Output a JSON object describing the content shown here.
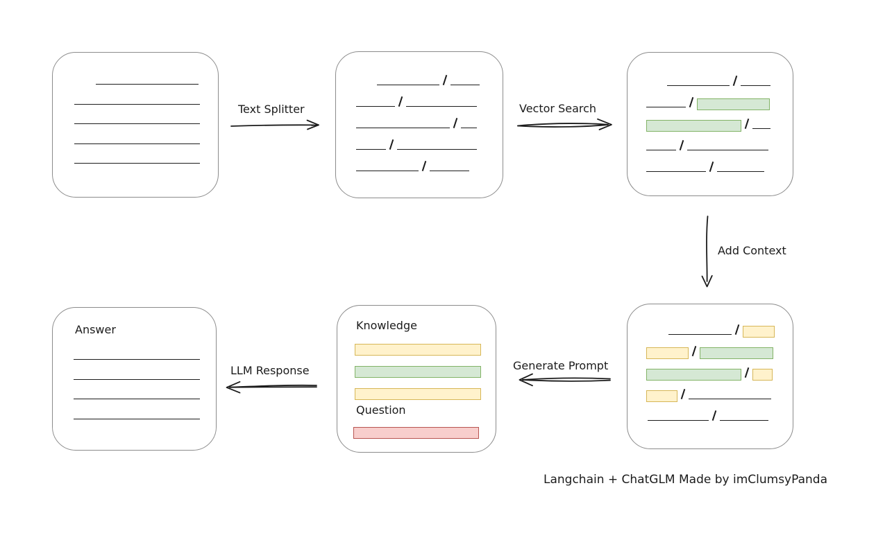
{
  "caption": "Langchain + ChatGLM Made by imClumsyPanda",
  "arrows": {
    "text_splitter": {
      "label": "Text Splitter"
    },
    "vector_search": {
      "label": "Vector Search"
    },
    "add_context": {
      "label": "Add Context"
    },
    "generate_prompt": {
      "label": "Generate Prompt"
    },
    "llm_response": {
      "label": "LLM Response"
    }
  },
  "colors": {
    "ink": "#1b1b1b",
    "box_border": "#8b8b8b",
    "green_fill": "#d5e8d4",
    "green_border": "#82b366",
    "yellow_fill": "#fff2cc",
    "yellow_border": "#d6b656",
    "red_fill": "#f8cecc",
    "red_border": "#b85450"
  },
  "boxes": {
    "source_document": {
      "lines": [
        {
          "indent": 31,
          "w": 148
        },
        {
          "indent": 0,
          "w": 181
        },
        {
          "indent": 0,
          "w": 181
        },
        {
          "indent": 0,
          "w": 181
        },
        {
          "indent": 0,
          "w": 181
        }
      ]
    },
    "split_chunks": {
      "rows": [
        {
          "indent": 30,
          "segs": [
            {
              "type": "line",
              "w": 90
            },
            {
              "type": "slash"
            },
            {
              "type": "line",
              "w": 42
            }
          ]
        },
        {
          "indent": 0,
          "segs": [
            {
              "type": "line",
              "w": 56
            },
            {
              "type": "slash"
            },
            {
              "type": "line",
              "w": 102
            }
          ]
        },
        {
          "indent": 0,
          "segs": [
            {
              "type": "line",
              "w": 135
            },
            {
              "type": "slash"
            },
            {
              "type": "line",
              "w": 23
            }
          ]
        },
        {
          "indent": 0,
          "segs": [
            {
              "type": "line",
              "w": 43
            },
            {
              "type": "slash"
            },
            {
              "type": "line",
              "w": 115
            }
          ]
        },
        {
          "indent": 0,
          "segs": [
            {
              "type": "line",
              "w": 90
            },
            {
              "type": "slash"
            },
            {
              "type": "line",
              "w": 57
            }
          ]
        }
      ]
    },
    "searched_chunks": {
      "rows": [
        {
          "indent": 30,
          "segs": [
            {
              "type": "line",
              "w": 90
            },
            {
              "type": "slash"
            },
            {
              "type": "line",
              "w": 43
            }
          ]
        },
        {
          "indent": 0,
          "segs": [
            {
              "type": "line",
              "w": 57
            },
            {
              "type": "slash"
            },
            {
              "type": "green",
              "w": 103
            }
          ]
        },
        {
          "indent": 0,
          "segs": [
            {
              "type": "green",
              "w": 135
            },
            {
              "type": "slash"
            },
            {
              "type": "line",
              "w": 26
            }
          ]
        },
        {
          "indent": 0,
          "segs": [
            {
              "type": "line",
              "w": 43
            },
            {
              "type": "slash"
            },
            {
              "type": "line",
              "w": 117
            }
          ]
        },
        {
          "indent": 0,
          "segs": [
            {
              "type": "line",
              "w": 86
            },
            {
              "type": "slash"
            },
            {
              "type": "line",
              "w": 68
            }
          ]
        }
      ]
    },
    "context_chunks": {
      "rows": [
        {
          "indent": 32,
          "segs": [
            {
              "type": "line",
              "w": 91
            },
            {
              "type": "slash"
            },
            {
              "type": "yellow",
              "w": 44
            }
          ]
        },
        {
          "indent": 0,
          "segs": [
            {
              "type": "yellow",
              "w": 59
            },
            {
              "type": "slash"
            },
            {
              "type": "green",
              "w": 104
            }
          ]
        },
        {
          "indent": 0,
          "segs": [
            {
              "type": "green",
              "w": 135
            },
            {
              "type": "slash"
            },
            {
              "type": "yellow",
              "w": 27
            }
          ]
        },
        {
          "indent": 0,
          "segs": [
            {
              "type": "yellow",
              "w": 43
            },
            {
              "type": "slash"
            },
            {
              "type": "line",
              "w": 119
            }
          ]
        },
        {
          "indent": 2,
          "segs": [
            {
              "type": "line",
              "w": 88
            },
            {
              "type": "slash"
            },
            {
              "type": "line",
              "w": 70
            }
          ]
        }
      ]
    },
    "prompt": {
      "knowledge_label": "Knowledge",
      "question_label": "Question",
      "knowledge_bars": [
        {
          "type": "yellow",
          "w": 180
        },
        {
          "type": "green",
          "w": 180
        },
        {
          "type": "yellow",
          "w": 180
        }
      ],
      "question_bars": [
        {
          "type": "red",
          "w": 179
        }
      ]
    },
    "answer": {
      "label": "Answer",
      "lines": [
        {
          "indent": 0,
          "w": 182
        },
        {
          "indent": 0,
          "w": 182
        },
        {
          "indent": 0,
          "w": 182
        },
        {
          "indent": 0,
          "w": 182
        }
      ]
    }
  }
}
